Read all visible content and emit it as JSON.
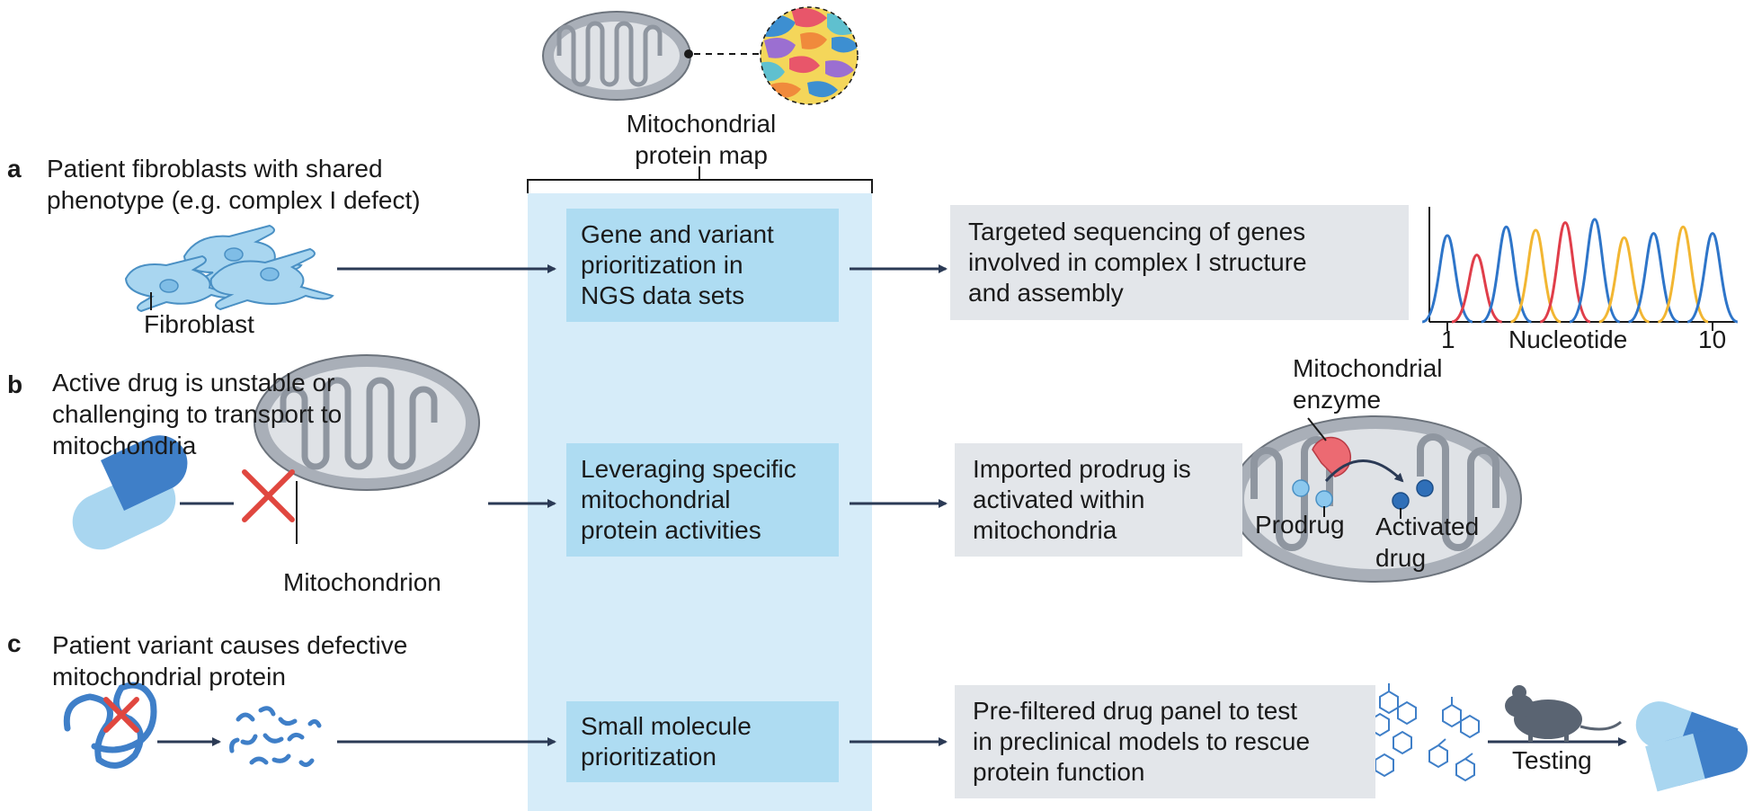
{
  "map": {
    "label": "Mitochondrial\nprotein map"
  },
  "rows": [
    {
      "letter": "a",
      "description": "Patient fibroblasts with shared\nphenotype (e.g. complex I defect)",
      "cell_label": "Fibroblast",
      "method": "Gene and variant\nprioritization in\nNGS data sets",
      "outcome": "Targeted sequencing of genes\ninvolved in complex I structure\nand assembly"
    },
    {
      "letter": "b",
      "description": "Active drug is unstable or\nchallenging to transport to\nmitochondria",
      "cell_label": "Mitochondrion",
      "method": "Leveraging specific\nmitochondrial\nprotein activities",
      "outcome": "Imported prodrug is\nactivated within\nmitochondria"
    },
    {
      "letter": "c",
      "description": "Patient variant causes defective\nmitochondrial protein",
      "method": "Small molecule\nprioritization",
      "outcome": "Pre-filtered drug panel to test\nin preclinical  models to rescue\nprotein function"
    }
  ],
  "sequencing_plot": {
    "xlabel": "Nucleotide",
    "tick_start": "1",
    "tick_end": "10"
  },
  "prodrug_panel": {
    "enzyme_label": "Mitochondrial\nenzyme",
    "prodrug_label": "Prodrug",
    "activated_label": "Activated\ndrug"
  },
  "testing_label": "Testing",
  "colors": {
    "column_bg": "#d6ecf9",
    "method_box": "#aedcf2",
    "outcome_box": "#e3e6ea",
    "arrow": "#2b3a55",
    "peak_blue": "#2e75c9",
    "peak_red": "#e03e4a",
    "peak_yellow": "#f2b632",
    "cross_red": "#e0473f"
  }
}
